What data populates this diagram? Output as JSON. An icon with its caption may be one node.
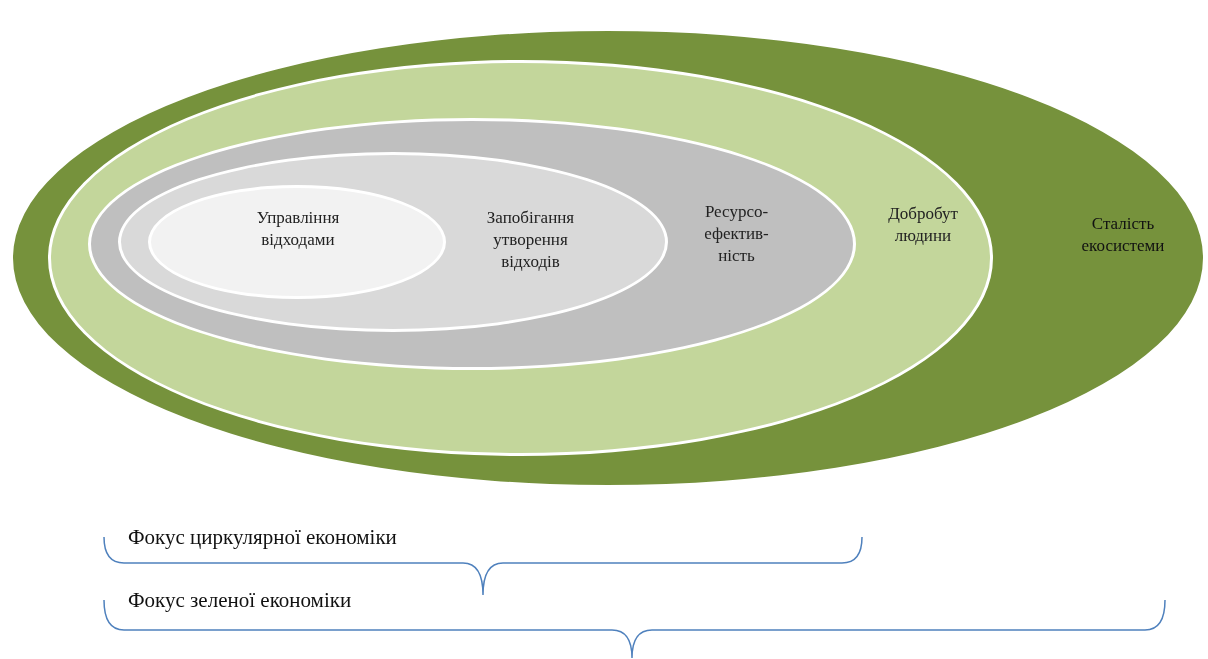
{
  "diagram": {
    "nodes": [
      {
        "text": [
          "Сталість екосистеми"
        ]
      },
      {
        "text": [
          "Добробут людини"
        ],
        "in": 0
      },
      {
        "text": [
          "Ресурсо- ефектив- ність"
        ],
        "in": 1
      },
      {
        "text": [
          "Запобігання утворення відходів"
        ],
        "in": 2
      },
      {
        "text": [
          "Управління відходами"
        ],
        "in": 3
      }
    ],
    "edges": [],
    "labels": [
      "Фокус циркулярної економіки",
      "Фокус зеленої економіки"
    ]
  }
}
